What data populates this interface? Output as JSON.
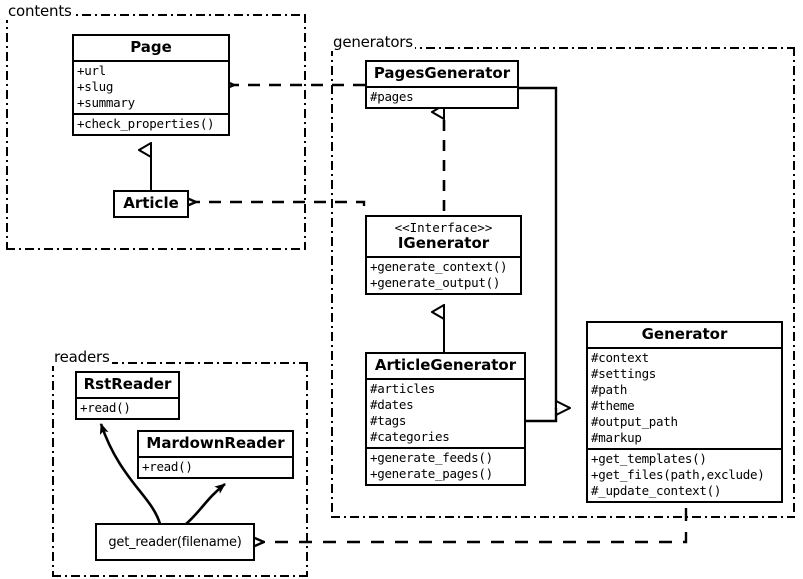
{
  "diagram": {
    "title": "Pelican architecture UML class diagram",
    "background": "#ffffff",
    "line_color": "#000000"
  },
  "packages": [
    {
      "id": "contents",
      "label": "contents"
    },
    {
      "id": "generators",
      "label": "generators"
    },
    {
      "id": "readers",
      "label": "readers"
    }
  ],
  "classes": {
    "page": {
      "name": "Page",
      "attributes": [
        "+url",
        "+slug",
        "+summary"
      ],
      "operations": [
        "+check_properties()"
      ]
    },
    "article": {
      "name": "Article",
      "attributes": [],
      "operations": []
    },
    "pages_generator": {
      "name": "PagesGenerator",
      "attributes": [
        "#pages"
      ],
      "operations": []
    },
    "igenerator": {
      "stereotype": "<<Interface>>",
      "name": "IGenerator",
      "attributes": [],
      "operations": [
        "+generate_context()",
        "+generate_output()"
      ]
    },
    "article_generator": {
      "name": "ArticleGenerator",
      "attributes": [
        "#articles",
        "#dates",
        "#tags",
        "#categories"
      ],
      "operations": [
        "+generate_feeds()",
        "+generate_pages()"
      ]
    },
    "generator": {
      "name": "Generator",
      "attributes": [
        "#context",
        "#settings",
        "#path",
        "#theme",
        "#output_path",
        "#markup"
      ],
      "operations": [
        "+get_templates()",
        "+get_files(path,exclude)",
        "#_update_context()"
      ]
    },
    "rst_reader": {
      "name": "RstReader",
      "attributes": [],
      "operations": [
        "+read()"
      ]
    },
    "mardown_reader": {
      "name": "MardownReader",
      "attributes": [],
      "operations": [
        "+read()"
      ]
    },
    "get_reader": {
      "name": "get_reader(filename)"
    }
  },
  "relationships": [
    {
      "id": "article-inherits-page",
      "type": "generalization",
      "from": "Article",
      "to": "Page"
    },
    {
      "id": "pagesgenerator-realizes-igenerator",
      "type": "realization",
      "from": "PagesGenerator",
      "to": "IGenerator"
    },
    {
      "id": "articlegenerator-realizes-igenerator",
      "type": "realization",
      "from": "ArticleGenerator",
      "to": "IGenerator"
    },
    {
      "id": "pagesgenerator-extends-generator",
      "type": "generalization",
      "from": "PagesGenerator",
      "to": "Generator"
    },
    {
      "id": "articlegenerator-extends-generator",
      "type": "generalization",
      "from": "ArticleGenerator",
      "to": "Generator"
    },
    {
      "id": "pagesgenerator-uses-page",
      "type": "dependency",
      "from": "PagesGenerator",
      "to": "Page"
    },
    {
      "id": "articlegenerator-uses-article",
      "type": "dependency",
      "from": "ArticleGenerator",
      "to": "Article"
    },
    {
      "id": "generator-uses-get-reader",
      "type": "dependency",
      "from": "Generator",
      "to": "get_reader(filename)"
    },
    {
      "id": "get-reader-creates-rstreader",
      "type": "association",
      "from": "get_reader(filename)",
      "to": "RstReader"
    },
    {
      "id": "get-reader-creates-mardownreader",
      "type": "association",
      "from": "get_reader(filename)",
      "to": "MardownReader"
    }
  ]
}
